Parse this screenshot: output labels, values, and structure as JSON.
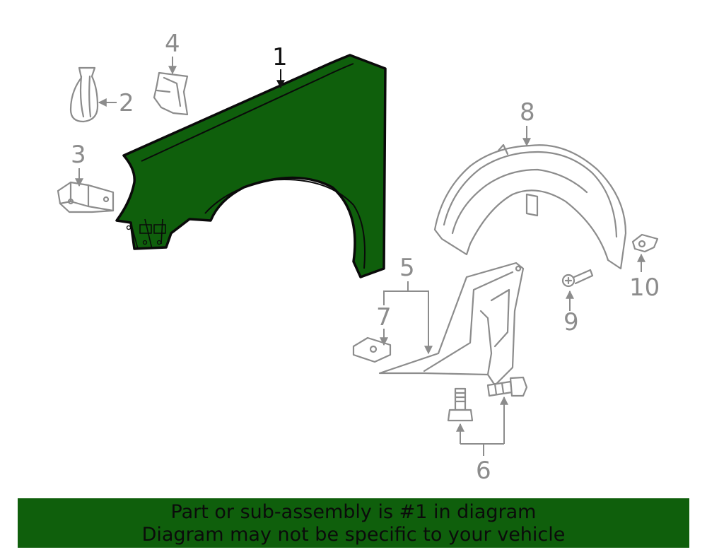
{
  "diagram": {
    "highlight_color": "#0f5f0c",
    "part_line_color": "#8c8c8c",
    "callouts": {
      "c1": "1",
      "c2": "2",
      "c3": "3",
      "c4": "4",
      "c5": "5",
      "c6": "6",
      "c7": "7",
      "c8": "8",
      "c9": "9",
      "c10": "10"
    }
  },
  "banner": {
    "line1": "Part or sub-assembly is #1 in diagram",
    "line2": "Diagram may not be specific to your vehicle"
  }
}
